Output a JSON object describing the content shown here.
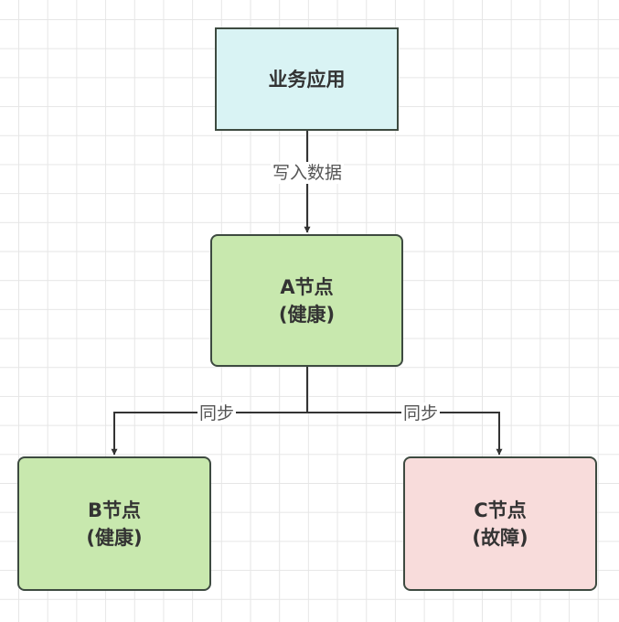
{
  "colors": {
    "app_fill": "#d9f3f4",
    "healthy_fill": "#c8e8ae",
    "fault_fill": "#f8dcdb",
    "stroke": "#3d4a40",
    "edge": "#333333"
  },
  "nodes": {
    "app": {
      "title": "业务应用"
    },
    "a": {
      "title": "A节点",
      "status": "(健康)"
    },
    "b": {
      "title": "B节点",
      "status": "(健康)"
    },
    "c": {
      "title": "C节点",
      "status": "(故障)"
    }
  },
  "edges": {
    "write": {
      "label": "写入数据",
      "from": "app",
      "to": "a"
    },
    "sync_b": {
      "label": "同步",
      "from": "a",
      "to": "b"
    },
    "sync_c": {
      "label": "同步",
      "from": "a",
      "to": "c"
    }
  }
}
